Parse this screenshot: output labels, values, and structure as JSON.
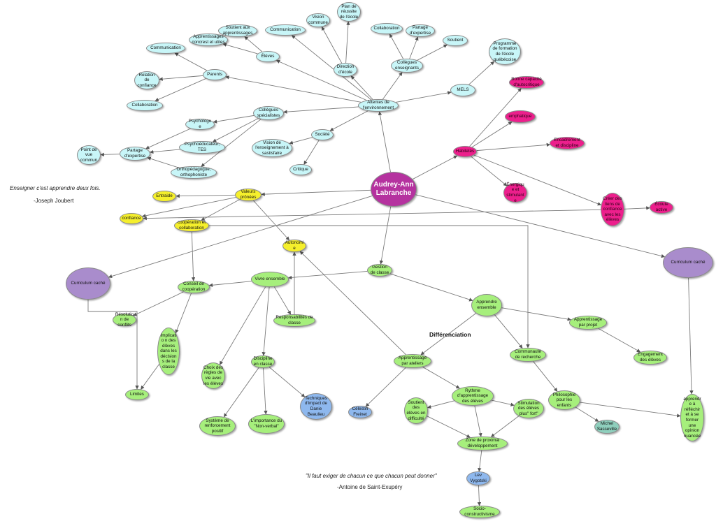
{
  "title": "Carte conceptuelle — Audrey-Ann Labranche",
  "quotes": [
    {
      "id": "q1",
      "text": "Enseigner c'est apprendre deux fois.",
      "style": "italic"
    },
    {
      "id": "q1a",
      "text": "-Joseph Joubert",
      "style": "normal"
    },
    {
      "id": "q2",
      "text": "\"Il faut exiger de chacun ce que chacun peut donner\"",
      "style": "italic"
    },
    {
      "id": "q2a",
      "text": "-Antoine de Saint-Exupéry",
      "style": "normal"
    }
  ],
  "free_labels": [
    {
      "id": "differenciation",
      "text": "Différenciation"
    }
  ],
  "colors": {
    "cyan": "#c8f6f8",
    "yellow": "#f5ef2c",
    "pink": "#ec1f8c",
    "purple": "#a98ccc",
    "magenta": "#b5329f",
    "green": "#a6ef7c",
    "blue": "#8eb8ee",
    "teal": "#8fcfbd",
    "edge": "#7a7a7a"
  },
  "nodes": [
    {
      "id": "center",
      "label": "Audrey-Ann Labranche",
      "color": "magenta"
    },
    {
      "id": "attentes",
      "label": "Attentes de l'environnement",
      "color": "cyan"
    },
    {
      "id": "parents",
      "label": "Parents",
      "color": "cyan"
    },
    {
      "id": "p_comm",
      "label": "Communication",
      "color": "cyan"
    },
    {
      "id": "p_relation",
      "label": "Relation de confiance",
      "color": "cyan"
    },
    {
      "id": "p_collab",
      "label": "Collaboration",
      "color": "cyan"
    },
    {
      "id": "eleves",
      "label": "Élèves",
      "color": "cyan"
    },
    {
      "id": "e_appr",
      "label": "Apprentissages concrest et utiles",
      "color": "cyan"
    },
    {
      "id": "e_soutient",
      "label": "Soutient aux apprentissages",
      "color": "cyan"
    },
    {
      "id": "a_comm",
      "label": "Communication",
      "color": "cyan"
    },
    {
      "id": "direction",
      "label": "Direction d'école",
      "color": "cyan"
    },
    {
      "id": "d_vision",
      "label": "Vision commune",
      "color": "cyan"
    },
    {
      "id": "d_plan",
      "label": "Plan de réussite de l'école",
      "color": "cyan"
    },
    {
      "id": "coll_ens",
      "label": "Collègues enseignants",
      "color": "cyan"
    },
    {
      "id": "ce_collab",
      "label": "Collaboration",
      "color": "cyan"
    },
    {
      "id": "ce_partage",
      "label": "Partage d'expertise",
      "color": "cyan"
    },
    {
      "id": "ce_soutient",
      "label": "Soutient",
      "color": "cyan"
    },
    {
      "id": "mels",
      "label": "MELS",
      "color": "cyan"
    },
    {
      "id": "programme",
      "label": "Programme de formation de l'école québécoise",
      "color": "cyan"
    },
    {
      "id": "coll_spec",
      "label": "Collègues spécialistes",
      "color": "cyan"
    },
    {
      "id": "psychologue",
      "label": "Psychologue",
      "color": "cyan"
    },
    {
      "id": "psychoeduc",
      "label": "Psychoéducateur, TES",
      "color": "cyan"
    },
    {
      "id": "orthoped",
      "label": "Orthopédagogue, orthophoniste",
      "color": "cyan"
    },
    {
      "id": "partage_exp",
      "label": "Partage d'expertise",
      "color": "cyan"
    },
    {
      "id": "point_vue",
      "label": "Point de vue commun",
      "color": "cyan"
    },
    {
      "id": "societe",
      "label": "Société",
      "color": "cyan"
    },
    {
      "id": "vision_ens",
      "label": "Vision de l'enseignement à sastisfaire",
      "color": "cyan"
    },
    {
      "id": "critique",
      "label": "Critique",
      "color": "cyan"
    },
    {
      "id": "habiletes",
      "label": "Habiletés",
      "color": "pink"
    },
    {
      "id": "bonne_cap",
      "label": "Bonne capacité d'autocritique",
      "color": "pink"
    },
    {
      "id": "emphatique",
      "label": "emphatique",
      "color": "pink"
    },
    {
      "id": "encadrement",
      "label": "Encadrement et discipline",
      "color": "pink"
    },
    {
      "id": "energique",
      "label": "Énergique et stimulante",
      "color": "pink"
    },
    {
      "id": "creer_liens",
      "label": "Créer des liens de confiance avec les élèves",
      "color": "pink"
    },
    {
      "id": "ecoute",
      "label": "Écoute active",
      "color": "pink"
    },
    {
      "id": "valeurs",
      "label": "Valeurs prônées",
      "color": "yellow"
    },
    {
      "id": "entraide",
      "label": "Entraide",
      "color": "yellow"
    },
    {
      "id": "confiance",
      "label": "confiance",
      "color": "yellow"
    },
    {
      "id": "cooperation",
      "label": "coopération et collaboration",
      "color": "yellow"
    },
    {
      "id": "autonomie",
      "label": "Autonomi e",
      "color": "yellow"
    },
    {
      "id": "curr_left",
      "label": "Curriculum caché",
      "color": "purple"
    },
    {
      "id": "curr_right",
      "label": "Curriculum caché",
      "color": "purple"
    },
    {
      "id": "gestion",
      "label": "Gestion de classe",
      "color": "green"
    },
    {
      "id": "vivre",
      "label": "Vivre ensemble",
      "color": "green"
    },
    {
      "id": "conseil",
      "label": "Conseil de coopération",
      "color": "green"
    },
    {
      "id": "resolution",
      "label": "Résolution de conflits",
      "color": "green"
    },
    {
      "id": "implication",
      "label": "Implicatio n des élèves dans les décisions de la classe",
      "color": "green"
    },
    {
      "id": "limites",
      "label": "Limites",
      "color": "green"
    },
    {
      "id": "responsab",
      "label": "Responsabilités de classe",
      "color": "green"
    },
    {
      "id": "choix_regles",
      "label": "Choix des règles de vie avec les élèves",
      "color": "green"
    },
    {
      "id": "discipline",
      "label": "Discipline en classe",
      "color": "green"
    },
    {
      "id": "systeme",
      "label": "Système de renforcement positif",
      "color": "green"
    },
    {
      "id": "nonverbal",
      "label": "L'importance du \"Non-verbal\"",
      "color": "green"
    },
    {
      "id": "techniques",
      "label": "Techniques d'impact de Danie Beaulieu",
      "color": "blue"
    },
    {
      "id": "apprendre_ens",
      "label": "Apprendre ensemble",
      "color": "green"
    },
    {
      "id": "appr_projet",
      "label": "Apprentissage par projet",
      "color": "green"
    },
    {
      "id": "engagement",
      "label": "Engagement des élèves",
      "color": "green"
    },
    {
      "id": "communaute",
      "label": "Communauté de recherche",
      "color": "green"
    },
    {
      "id": "philosophie",
      "label": "Philosophie pour les enfants",
      "color": "green"
    },
    {
      "id": "sasseville",
      "label": "Michel Sasseville",
      "color": "teal"
    },
    {
      "id": "apprendre_refl",
      "label": "apprendre à réfléchir et à se former une opinion nuancée",
      "color": "green"
    },
    {
      "id": "appr_ateliers",
      "label": "Apprentissage par ateliers",
      "color": "green"
    },
    {
      "id": "freinet",
      "label": "Célestin Freinet",
      "color": "blue"
    },
    {
      "id": "rythme",
      "label": "Rythme d'apprentissage des élèves",
      "color": "green"
    },
    {
      "id": "soutient_diff",
      "label": "Soutient des élèves en difficulté",
      "color": "green"
    },
    {
      "id": "stimulation",
      "label": "Stimulation des élèves plus\" fort\"",
      "color": "green"
    },
    {
      "id": "zone",
      "label": "Zone de proximal développement",
      "color": "green"
    },
    {
      "id": "vygotski",
      "label": "Lev Vygotski",
      "color": "blue"
    },
    {
      "id": "socio",
      "label": "Socio-constructivisme",
      "color": "green"
    }
  ],
  "edges": [
    [
      "center",
      "attentes"
    ],
    [
      "attentes",
      "parents"
    ],
    [
      "parents",
      "p_comm"
    ],
    [
      "parents",
      "p_relation"
    ],
    [
      "parents",
      "p_collab"
    ],
    [
      "attentes",
      "eleves"
    ],
    [
      "eleves",
      "e_appr"
    ],
    [
      "eleves",
      "e_soutient"
    ],
    [
      "attentes",
      "a_comm"
    ],
    [
      "attentes",
      "direction"
    ],
    [
      "direction",
      "d_vision"
    ],
    [
      "direction",
      "d_plan"
    ],
    [
      "attentes",
      "coll_ens"
    ],
    [
      "coll_ens",
      "ce_collab"
    ],
    [
      "coll_ens",
      "ce_partage"
    ],
    [
      "coll_ens",
      "ce_soutient"
    ],
    [
      "attentes",
      "mels"
    ],
    [
      "mels",
      "programme"
    ],
    [
      "attentes",
      "coll_spec"
    ],
    [
      "coll_spec",
      "psychologue"
    ],
    [
      "coll_spec",
      "psychoeduc"
    ],
    [
      "coll_spec",
      "orthoped"
    ],
    [
      "psychologue",
      "partage_exp"
    ],
    [
      "psychoeduc",
      "partage_exp"
    ],
    [
      "orthoped",
      "partage_exp"
    ],
    [
      "partage_exp",
      "point_vue"
    ],
    [
      "attentes",
      "societe"
    ],
    [
      "societe",
      "vision_ens"
    ],
    [
      "societe",
      "critique"
    ],
    [
      "center",
      "habiletes"
    ],
    [
      "habiletes",
      "bonne_cap"
    ],
    [
      "habiletes",
      "emphatique"
    ],
    [
      "habiletes",
      "encadrement"
    ],
    [
      "habiletes",
      "energique"
    ],
    [
      "habiletes",
      "creer_liens"
    ],
    [
      "creer_liens",
      "ecoute"
    ],
    [
      "creer_liens",
      "confiance"
    ],
    [
      "center",
      "valeurs"
    ],
    [
      "valeurs",
      "entraide"
    ],
    [
      "valeurs",
      "confiance"
    ],
    [
      "valeurs",
      "cooperation"
    ],
    [
      "valeurs",
      "autonomie"
    ],
    [
      "center",
      "curr_left"
    ],
    [
      "center",
      "curr_right"
    ],
    [
      "center",
      "gestion"
    ],
    [
      "gestion",
      "vivre"
    ],
    [
      "vivre",
      "conseil"
    ],
    [
      "cooperation",
      "conseil"
    ],
    [
      "conseil",
      "resolution"
    ],
    [
      "conseil",
      "implication"
    ],
    [
      "implication",
      "limites"
    ],
    [
      "vivre",
      "responsab"
    ],
    [
      "responsab",
      "autonomie"
    ],
    [
      "vivre",
      "choix_regles"
    ],
    [
      "vivre",
      "discipline"
    ],
    [
      "discipline",
      "systeme"
    ],
    [
      "discipline",
      "nonverbal"
    ],
    [
      "discipline",
      "techniques"
    ],
    [
      "gestion",
      "apprendre_ens"
    ],
    [
      "apprendre_ens",
      "appr_projet"
    ],
    [
      "appr_projet",
      "engagement"
    ],
    [
      "apprendre_ens",
      "communaute"
    ],
    [
      "communaute",
      "philosophie"
    ],
    [
      "philosophie",
      "sasseville"
    ],
    [
      "philosophie",
      "apprendre_refl"
    ],
    [
      "curr_right",
      "apprendre_refl"
    ],
    [
      "apprendre_ens",
      "appr_ateliers"
    ],
    [
      "appr_ateliers",
      "autonomie"
    ],
    [
      "appr_ateliers",
      "freinet"
    ],
    [
      "appr_ateliers",
      "rythme"
    ],
    [
      "rythme",
      "soutient_diff"
    ],
    [
      "rythme",
      "stimulation"
    ],
    [
      "rythme",
      "zone"
    ],
    [
      "soutient_diff",
      "zone"
    ],
    [
      "stimulation",
      "zone"
    ],
    [
      "zone",
      "vygotski"
    ],
    [
      "vygotski",
      "socio"
    ]
  ],
  "elbow_edges": [
    [
      "curr_left",
      "limites"
    ],
    [
      "cooperation",
      "communaute"
    ]
  ]
}
